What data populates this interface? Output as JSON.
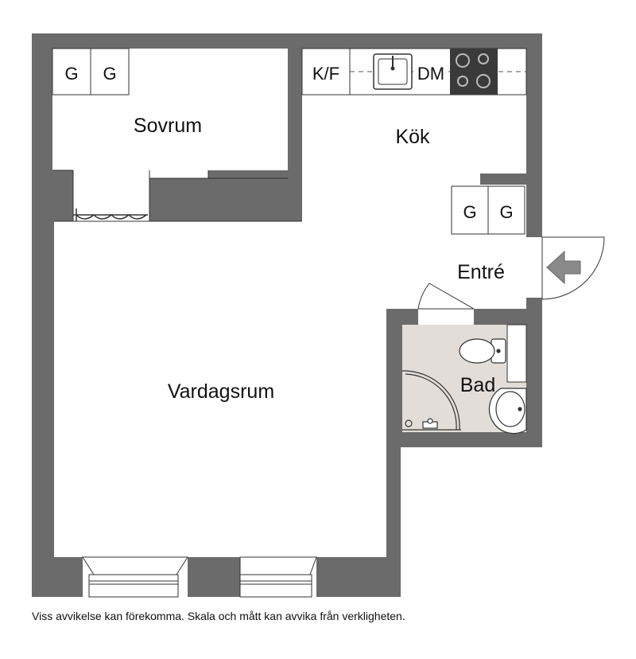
{
  "rooms": {
    "sovrum": "Sovrum",
    "kok": "Kök",
    "entre": "Entré",
    "bad": "Bad",
    "vardagsrum": "Vardagsrum"
  },
  "appliances": {
    "wardrobe_1": "G",
    "wardrobe_2": "G",
    "wardrobe_3": "G",
    "wardrobe_4": "G",
    "fridge_freezer": "K/F",
    "dishwasher": "DM"
  },
  "disclaimer": "Viss avvikelse kan förekomma. Skala och mått kan avvika från verkligheten.",
  "colors": {
    "wall": "#6b6b6b",
    "bathroom_floor": "#e2ddd8",
    "stove": "#3a3a3a",
    "entry_arrow": "#8a8a8a"
  },
  "icons": [
    "sink-icon",
    "stove-icon",
    "toilet-icon",
    "shower-icon",
    "washbasin-icon",
    "entry-arrow-icon"
  ]
}
